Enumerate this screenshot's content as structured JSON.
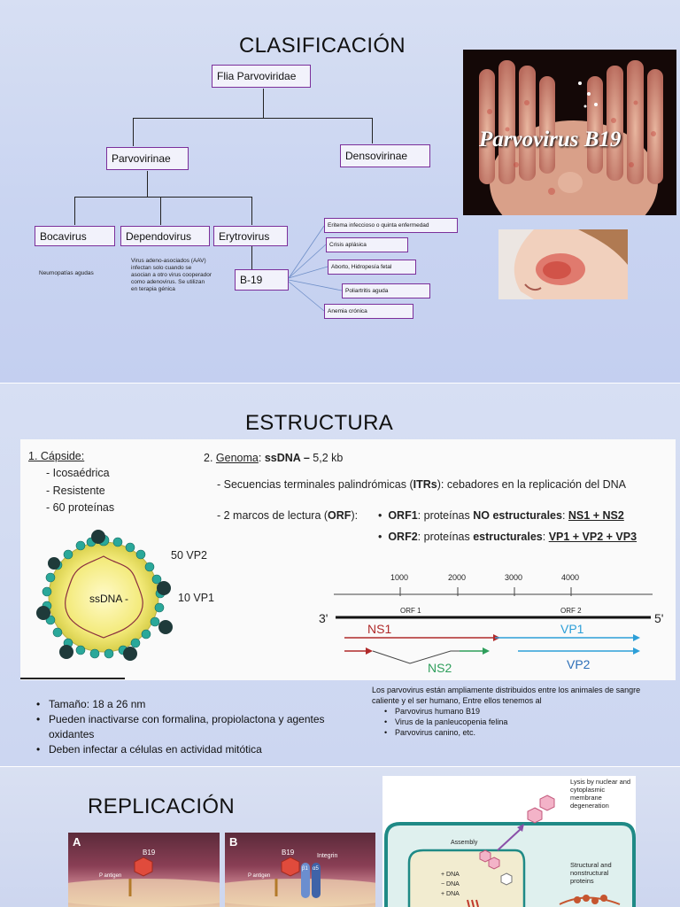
{
  "slide1": {
    "title": "CLASIFICACIÓN",
    "root": "Flia Parvoviridae",
    "sub_left": "Parvovirinae",
    "sub_right": "Densovirinae",
    "genus": [
      "Bocavirus",
      "Dependovirus",
      "Erytrovirus"
    ],
    "b19": "B-19",
    "boca_note": "Neumopatías agudas",
    "dependo_note": "Virus adeno-asociados (AAV) infectan solo cuando se asocian a otro virus cooperador como adenovirus. Se utilizan en terapia génica",
    "diseases": [
      "Eritema infeccioso o quinta enfermedad",
      "Crisis aplásica",
      "Aborto, Hidropesía fetal",
      "Poliartritis aguda",
      "Anemia crónica"
    ],
    "photo_caption": "Parvovirus B19"
  },
  "slide2": {
    "title": "ESTRUCTURA",
    "capsid_heading": "1. Cápside:",
    "capsid_items": [
      "- Icosaédrica",
      "- Resistente",
      "- 60 proteínas"
    ],
    "label_vp2": "50 VP2",
    "label_vp1": "10 VP1",
    "ssdna": "ssDNA -",
    "genome_num": "2.",
    "genome_label": "Genoma",
    "genome_colon": ":",
    "genome_type": "ssDNA –",
    "genome_size": "5,2 kb",
    "itr_pre": "- Secuencias terminales palindrómicas (",
    "itr_abbr": "ITRs",
    "itr_post": "): cebadores en la replicación del DNA",
    "orf_pre": "- 2 marcos de lectura (",
    "orf_abbr": "ORF",
    "orf_post": "):",
    "orf1_label": "ORF1",
    "orf1_mid": ": proteínas ",
    "orf1_bold": "NO estructurales",
    "orf1_colon": ": ",
    "orf1_value": "NS1 + NS2",
    "orf2_label": "ORF2",
    "orf2_mid": ": proteínas ",
    "orf2_bold": "estructurales",
    "orf2_colon": ": ",
    "orf2_value": "VP1 + VP2 + VP3",
    "map_ticks": [
      "1000",
      "2000",
      "3000",
      "4000"
    ],
    "end3": "3'",
    "end5": "5'",
    "orf_map1": "ORF 1",
    "orf_map2": "ORF 2",
    "ns1": "NS1",
    "ns2": "NS2",
    "vp1": "VP1",
    "vp2": "VP2",
    "bottom_bullets": [
      "Tamaño: 18 a 26 nm",
      "Pueden inactivarse con formalina, propiolactona y agentes oxidantes",
      "Deben infectar a células en actividad mitótica"
    ],
    "dist_text": "Los parvovirus están ampliamente distribuidos entre los animales de sangre caliente y el ser humano, Entre ellos tenemos al",
    "dist_items": [
      "Parvovirus humano B19",
      "Virus de la panleucopenia felina",
      "Parvovirus canino, etc."
    ]
  },
  "slide3": {
    "title": "REPLICACIÓN",
    "fig_a": "A",
    "fig_b": "B",
    "b19_a": "B19",
    "b19_b": "B19",
    "pantigen_a": "P antigen",
    "pantigen_b": "P antigen",
    "integrin": "Integrin",
    "a5": "α5",
    "b1": "β1",
    "lysis": "Lysis by nuclear and cytoplasmic membrane degeneration",
    "assembly": "Assembly",
    "dna_rows": [
      "+ DNA",
      "− DNA",
      "+ DNA"
    ],
    "structural": "Structural and nonstructural proteins"
  },
  "colors": {
    "box_border": "#7b2f9b",
    "slide_bg": "#cfd8f2",
    "ns_red": "#c0392b",
    "vp_blue": "#2d9fd8",
    "ns2_green": "#2e9e5b"
  }
}
